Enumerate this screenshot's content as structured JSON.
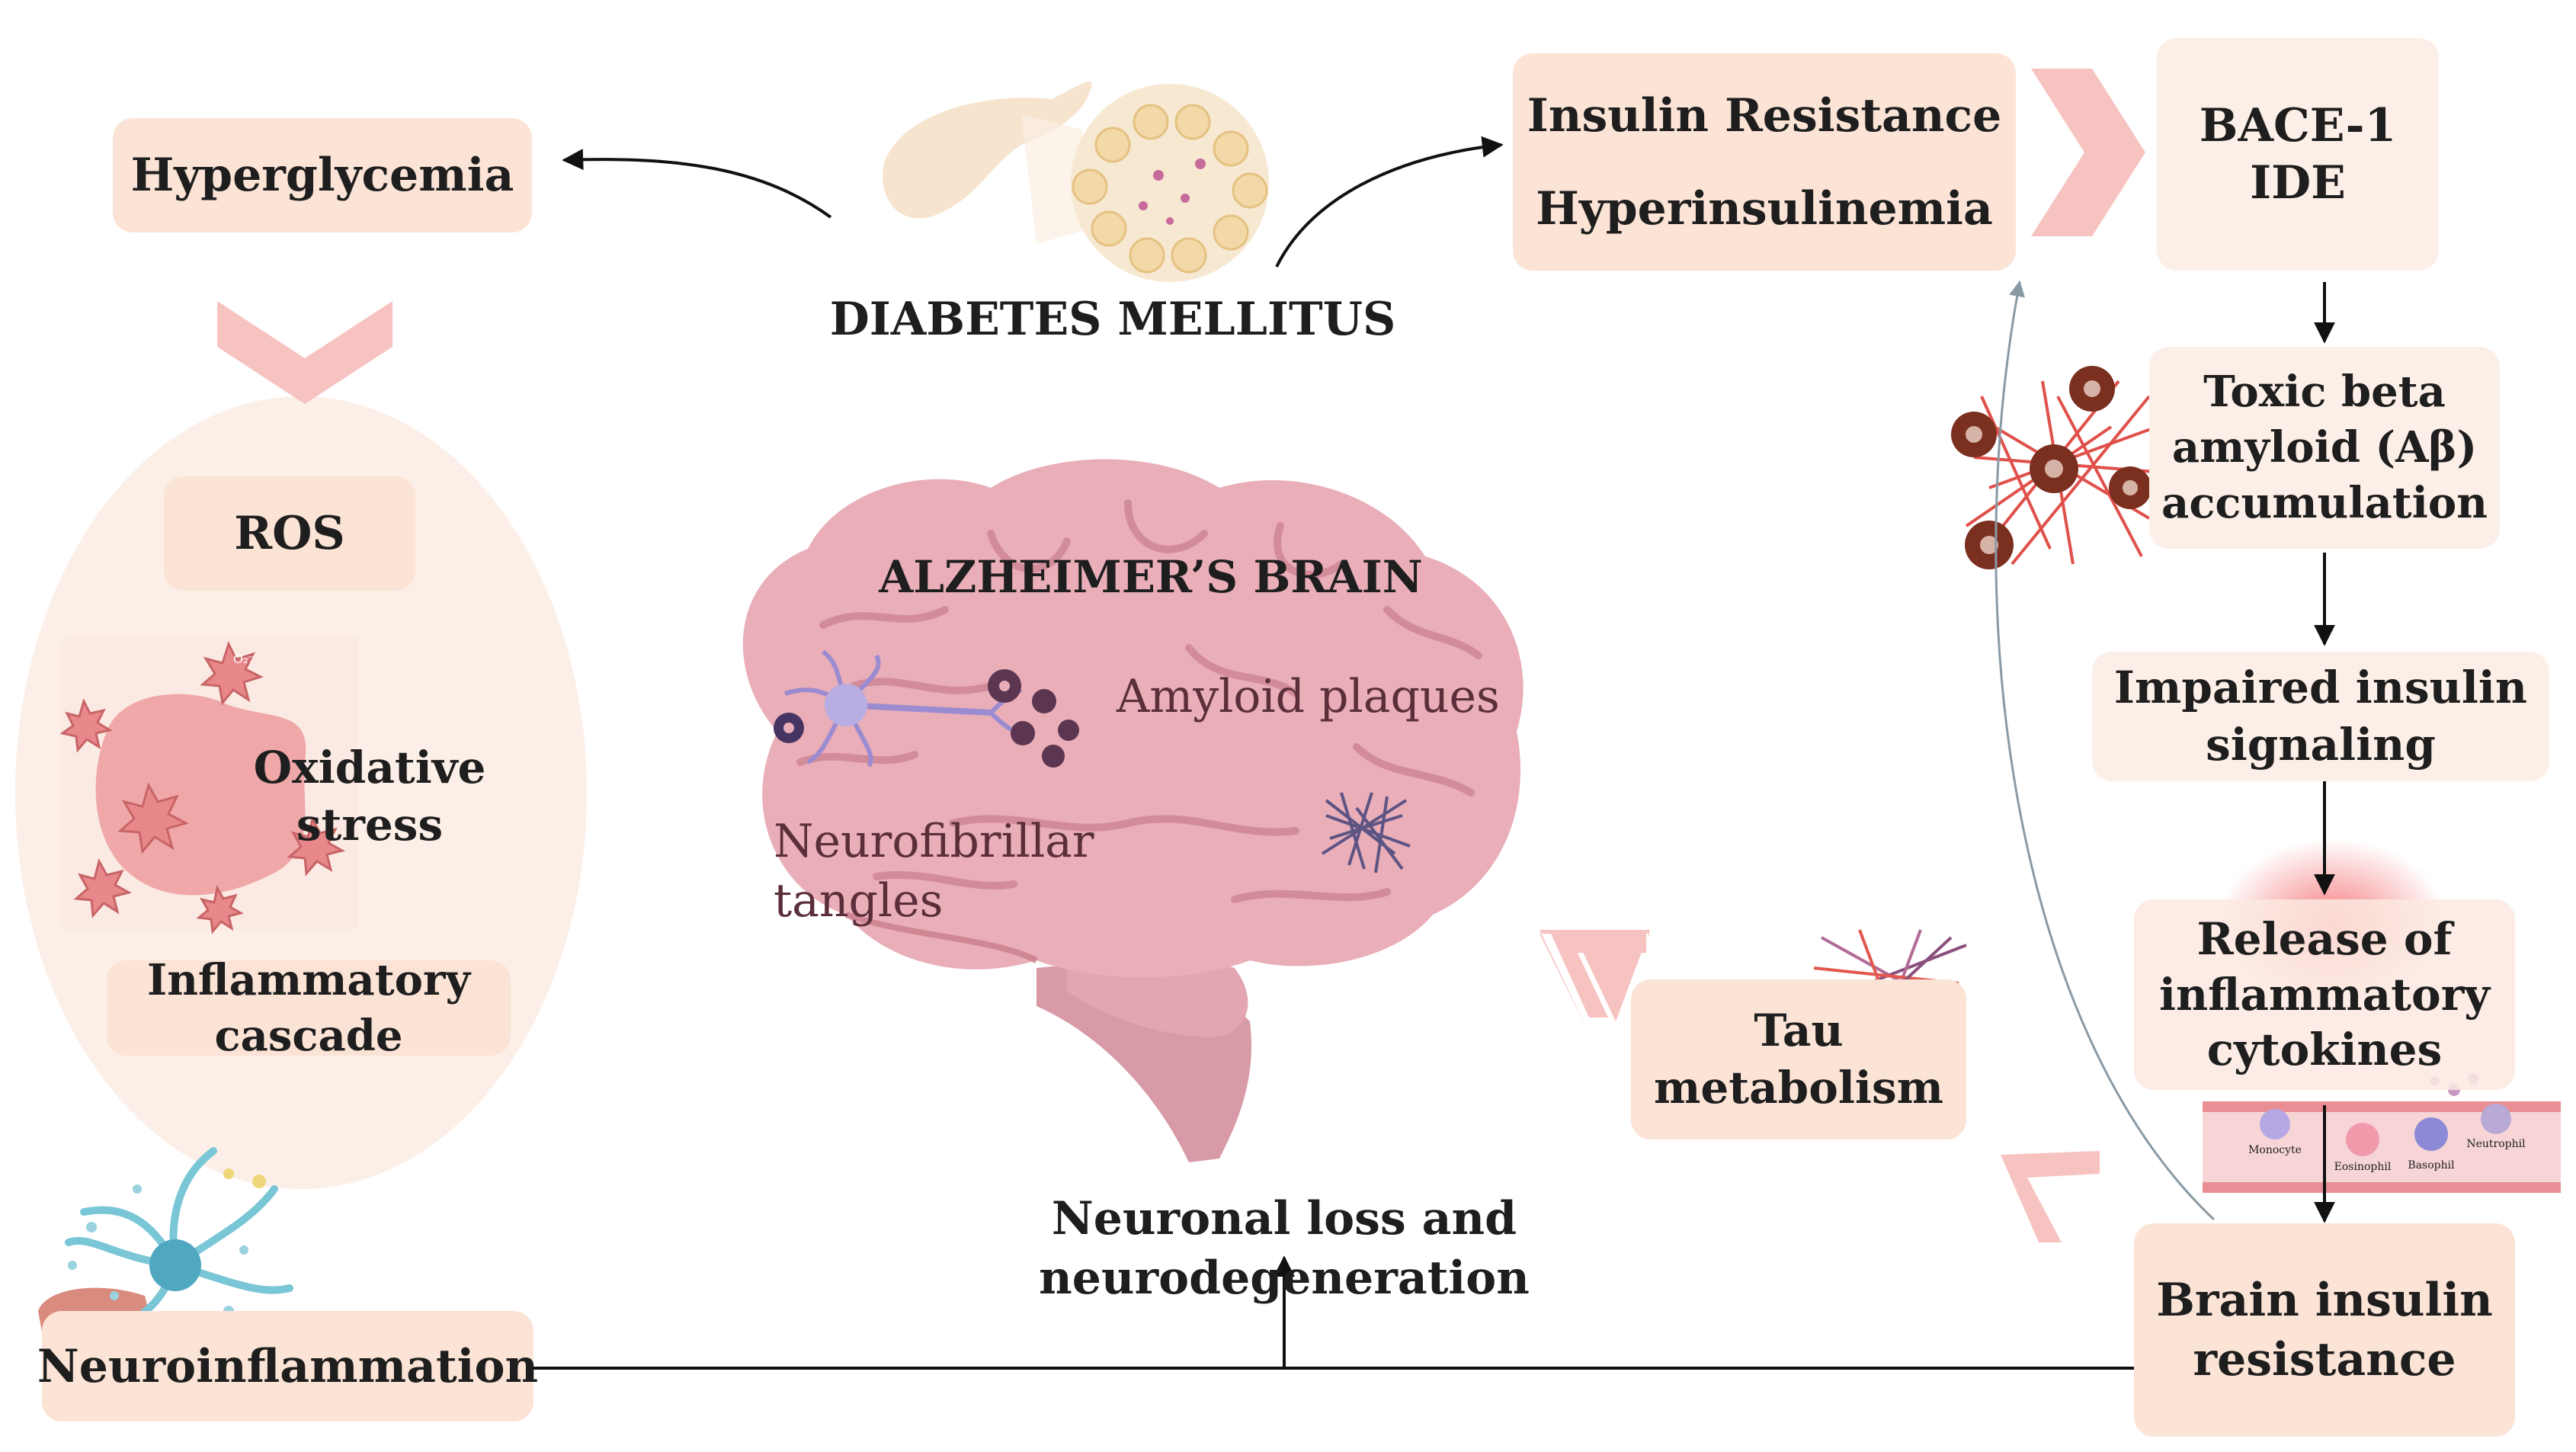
{
  "diabetes": {
    "title": "DIABETES MELLITUS",
    "icon": "pancreas-islet-icon"
  },
  "hyperglycemia": "Hyperglycemia",
  "insulin_box": {
    "line1": "Insulin Resistance",
    "line2": "Hyperinsulinemia"
  },
  "bace_box": {
    "line1": "BACE-1",
    "line2": "IDE"
  },
  "toxic_box": {
    "line1": "Toxic beta",
    "line2": "amyloid (Aβ)",
    "line3": "accumulation"
  },
  "impaired_box": {
    "line1": "Impaired insulin",
    "line2": "signaling"
  },
  "cytokine_box": {
    "line1": "Release of",
    "line2": "inflammatory",
    "line3": "cytokines",
    "cell_labels": [
      "Monocyte",
      "Eosinophil",
      "Basophil",
      "Neutrophil"
    ]
  },
  "brain_insulin_box": {
    "line1": "Brain insulin",
    "line2": "resistance"
  },
  "tau_box": {
    "line1": "Tau",
    "line2": "metabolism"
  },
  "ros_panel": {
    "ros": "ROS",
    "oxidative": "Oxidative stress",
    "inflam_line1": "Inflammatory",
    "inflam_line2": "cascade",
    "radical_label": "O₂⁻"
  },
  "neuroinflammation": "Neuroinflammation",
  "brain": {
    "title": "ALZHEIMER’S BRAIN",
    "amyloid": "Amyloid plaques",
    "tangles": "Neurofibrillar tangles"
  },
  "neuronal_loss": "Neuronal loss and neurodegeneration",
  "colors": {
    "box": "#fbe3d6",
    "chevron": "#f7c3c0",
    "brain": "#e9aeb8",
    "plaque": "#7a2f1f",
    "fiber": "#e0504a"
  }
}
